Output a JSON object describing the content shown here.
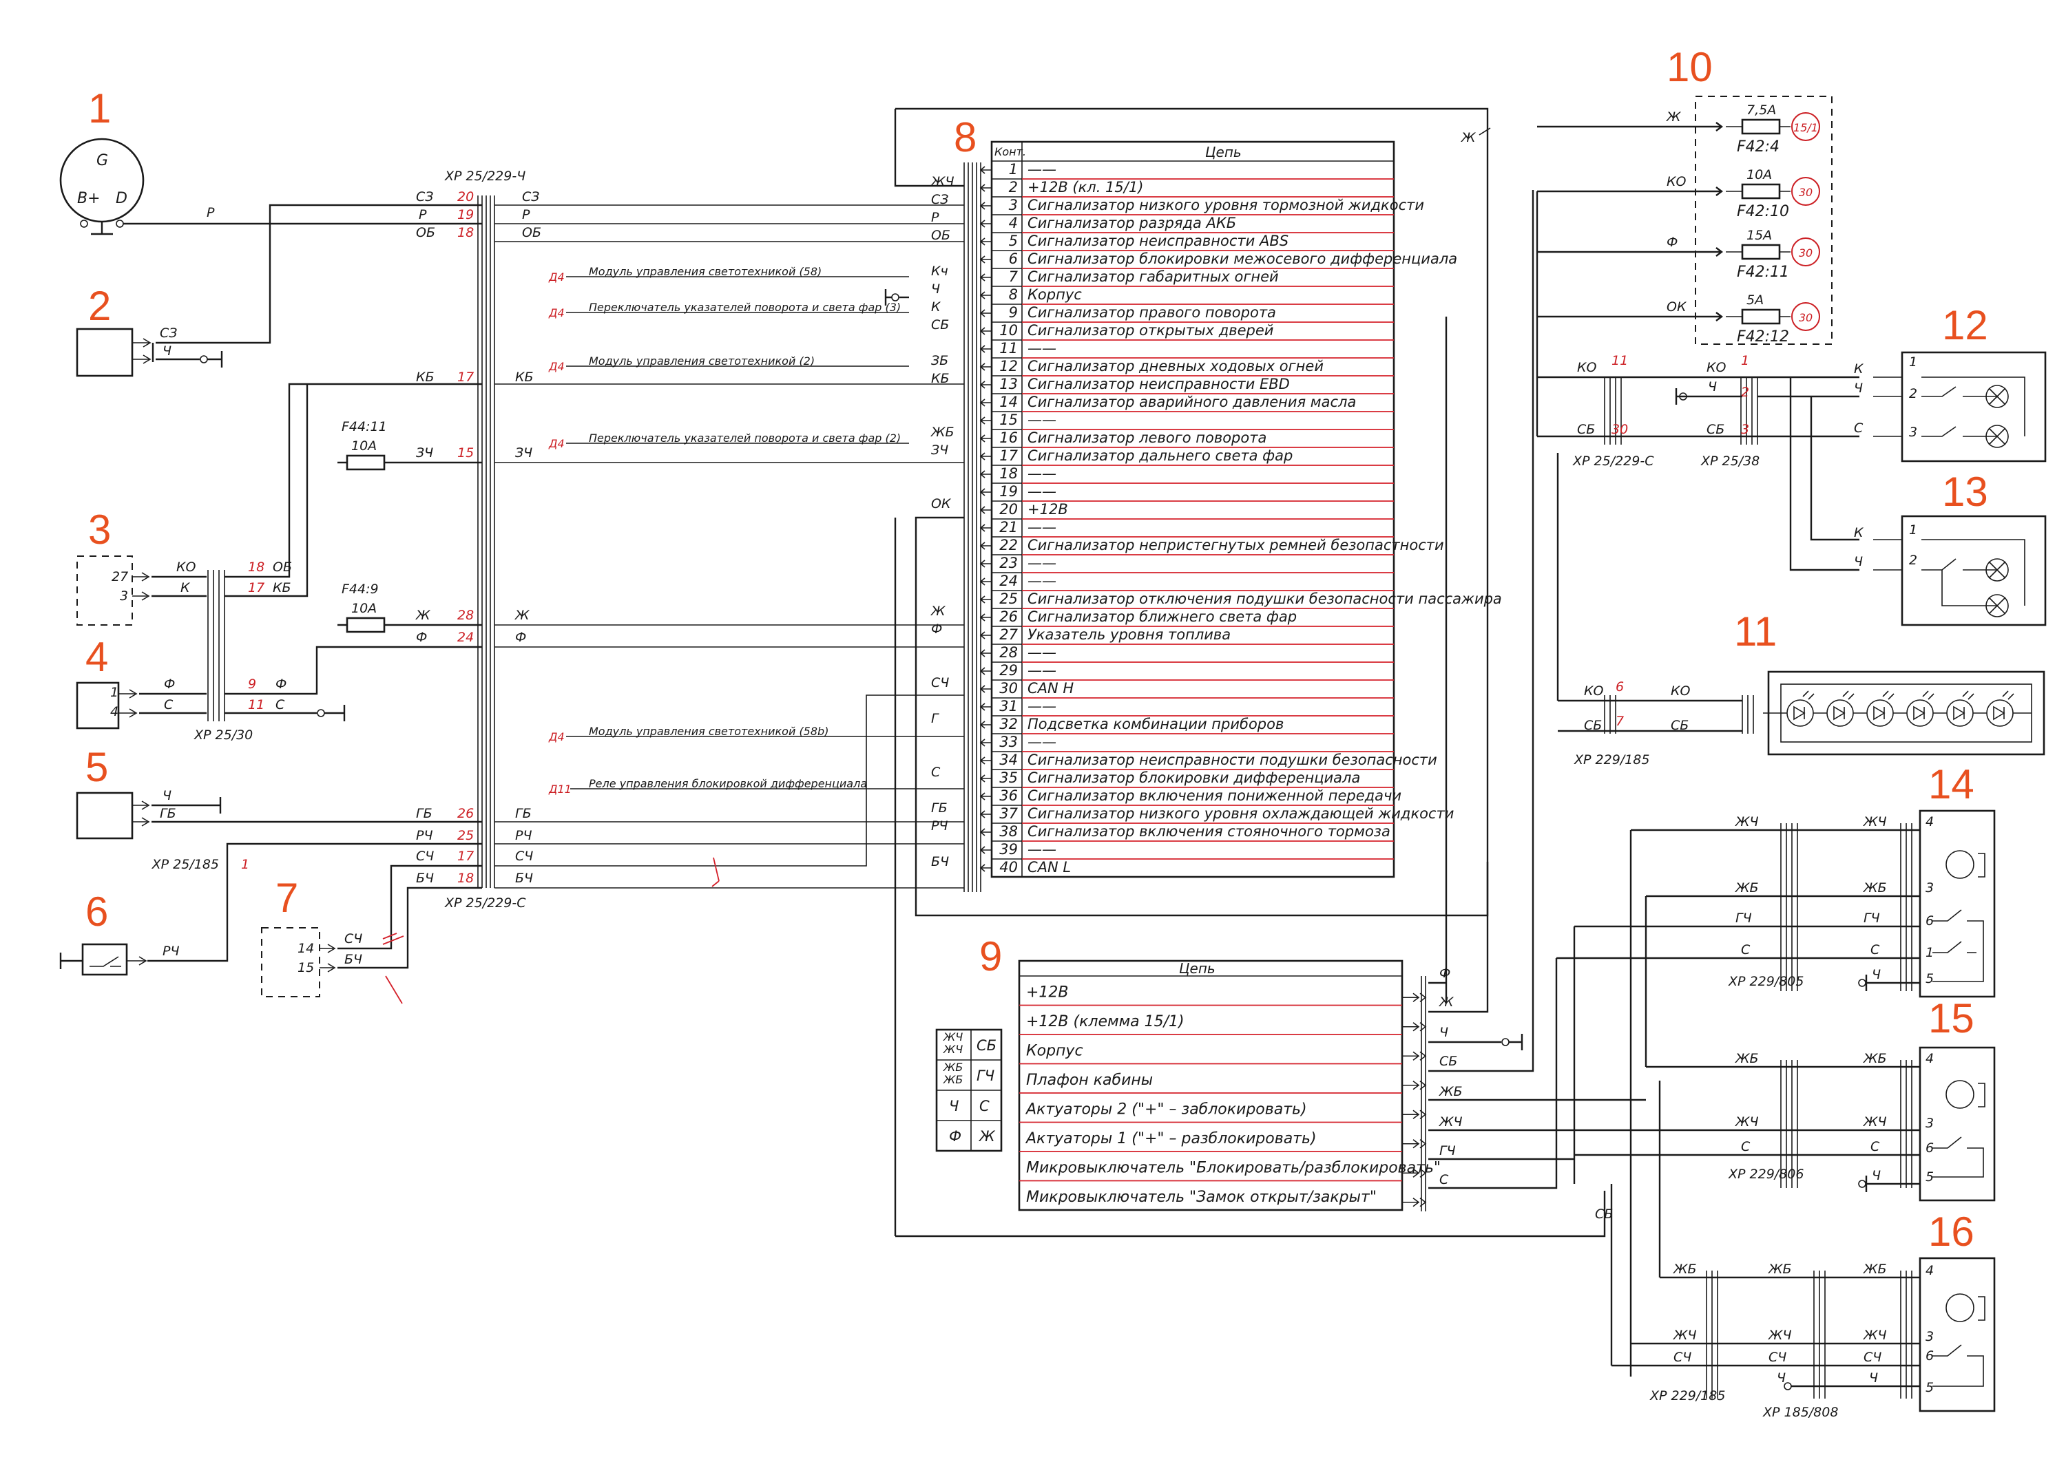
{
  "component_numbers": [
    "1",
    "2",
    "3",
    "4",
    "5",
    "6",
    "7",
    "8",
    "9",
    "10",
    "11",
    "12",
    "13",
    "14",
    "15",
    "16"
  ],
  "connectors": {
    "xp25_229_ch": "XP 25/229-Ч",
    "xp25_229_s": "XP 25/229-С",
    "xp25_30": "XP 25/30",
    "xp25_185": "XP 25/185",
    "xp25_229_s_right": "XP 25/229-С",
    "xp25_38": "XP 25/38",
    "xp229_185": "XP 229/185",
    "xp229_805": "XP 229/805",
    "xp229_806": "XP 229/806",
    "xp229_185_b": "XP 229/185",
    "xp185_808": "XP 185/808"
  },
  "generator": {
    "g": "G",
    "bplus": "B+",
    "d": "D"
  },
  "fuses_left": [
    {
      "name": "F44:11",
      "rating": "10A"
    },
    {
      "name": "F44:9",
      "rating": "10A"
    }
  ],
  "fuses_right": [
    {
      "rating": "7,5A",
      "name": "F42:4",
      "circle": "15/1",
      "wire": "Ж"
    },
    {
      "rating": "10A",
      "name": "F42:10",
      "circle": "30",
      "wire": "КО"
    },
    {
      "rating": "15A",
      "name": "F42:11",
      "circle": "30",
      "wire": "Ф"
    },
    {
      "rating": "5A",
      "name": "F42:12",
      "circle": "30",
      "wire": "ОК"
    }
  ],
  "cluster_table": {
    "header_contact": "Конт.",
    "header_circuit": "Цепь",
    "rows": [
      {
        "n": "1",
        "t": "——"
      },
      {
        "n": "2",
        "t": "+12В (кл. 15/1)"
      },
      {
        "n": "3",
        "t": "Сигнализатор низкого уровня тормозной жидкости"
      },
      {
        "n": "4",
        "t": "Сигнализатор разряда АКБ"
      },
      {
        "n": "5",
        "t": "Сигнализатор неисправности ABS"
      },
      {
        "n": "6",
        "t": "Сигнализатор блокировки межосевого дифференциала"
      },
      {
        "n": "7",
        "t": "Сигнализатор габаритных огней"
      },
      {
        "n": "8",
        "t": "Корпус"
      },
      {
        "n": "9",
        "t": "Сигнализатор правого поворота"
      },
      {
        "n": "10",
        "t": "Сигнализатор открытых дверей"
      },
      {
        "n": "11",
        "t": "——"
      },
      {
        "n": "12",
        "t": "Сигнализатор дневных ходовых огней"
      },
      {
        "n": "13",
        "t": "Сигнализатор неисправности EBD"
      },
      {
        "n": "14",
        "t": "Сигнализатор аварийного давления масла"
      },
      {
        "n": "15",
        "t": "——"
      },
      {
        "n": "16",
        "t": "Сигнализатор левого поворота"
      },
      {
        "n": "17",
        "t": "Сигнализатор дальнего света фар"
      },
      {
        "n": "18",
        "t": "——"
      },
      {
        "n": "19",
        "t": "——"
      },
      {
        "n": "20",
        "t": "+12В"
      },
      {
        "n": "21",
        "t": "——"
      },
      {
        "n": "22",
        "t": "Сигнализатор непристегнутых ремней безопастности"
      },
      {
        "n": "23",
        "t": "——"
      },
      {
        "n": "24",
        "t": "——"
      },
      {
        "n": "25",
        "t": "Сигнализатор отключения подушки безопасности пассажира"
      },
      {
        "n": "26",
        "t": "Сигнализатор ближнего света фар"
      },
      {
        "n": "27",
        "t": "Указатель уровня топлива"
      },
      {
        "n": "28",
        "t": "——"
      },
      {
        "n": "29",
        "t": "——"
      },
      {
        "n": "30",
        "t": "CAN H"
      },
      {
        "n": "31",
        "t": "——"
      },
      {
        "n": "32",
        "t": "Подсветка комбинации приборов"
      },
      {
        "n": "33",
        "t": "——"
      },
      {
        "n": "34",
        "t": "Сигнализатор неисправности подушки безопасности"
      },
      {
        "n": "35",
        "t": "Сигнализатор блокировки дифференциала"
      },
      {
        "n": "36",
        "t": "Сигнализатор включения пониженной передачи"
      },
      {
        "n": "37",
        "t": "Сигнализатор низкого уровня охлаждающей жидкости"
      },
      {
        "n": "38",
        "t": "Сигнализатор включения стояночного тормоза"
      },
      {
        "n": "39",
        "t": "——"
      },
      {
        "n": "40",
        "t": "CAN L"
      }
    ],
    "wire_colors": {
      "2": "ЖЧ",
      "3": "СЗ",
      "4": "Р",
      "5": "ОБ",
      "7": "Кч",
      "8": "Ч",
      "9": "К",
      "10": "СБ",
      "12": "ЗБ",
      "13": "КБ",
      "16": "ЖБ",
      "17": "ЗЧ",
      "20": "ОК",
      "26": "Ж",
      "27": "Ф",
      "30": "СЧ",
      "32": "Г",
      "35": "С",
      "37": "ГБ",
      "38": "РЧ",
      "40": "БЧ"
    }
  },
  "door_table": {
    "header": "Цепь",
    "rows": [
      {
        "t": "+12В",
        "w": "Ф"
      },
      {
        "t": "+12В (клемма 15/1)",
        "w": "Ж"
      },
      {
        "t": "Корпус",
        "w": "Ч"
      },
      {
        "t": "Плафон кабины",
        "w": "СБ"
      },
      {
        "t": "Актуаторы 2 (\"+\" – заблокировать)",
        "w": "ЖБ"
      },
      {
        "t": "Актуаторы 1 (\"+\" – разблокировать)",
        "w": "ЖЧ"
      },
      {
        "t": "Микровыключатель \"Блокировать/разблокировать\"",
        "w": "ГЧ"
      },
      {
        "t": "Микровыключатель \"Замок открыт/закрыт\"",
        "w": "С"
      }
    ]
  },
  "legend_grid": [
    [
      "ЖЧ/ЖЧ",
      "СБ"
    ],
    [
      "ЖБ/ЖБ",
      "ГЧ"
    ],
    [
      "Ч",
      "С"
    ],
    [
      "Ф",
      "Ж"
    ]
  ],
  "refs": [
    {
      "ref": "Д4",
      "text": "Модуль управления светотехникой (58)"
    },
    {
      "ref": "Д4",
      "text": "Переключатель указателей поворота и света фар (3)"
    },
    {
      "ref": "Д4",
      "text": "Модуль управления светотехникой (2)"
    },
    {
      "ref": "Д4",
      "text": "Переключатель указателей поворота и света фар (2)"
    },
    {
      "ref": "Д4",
      "text": "Модуль управления светотехникой (58b)"
    },
    {
      "ref": "Д11",
      "text": "Реле управления блокировкой дифференциала"
    }
  ]
}
